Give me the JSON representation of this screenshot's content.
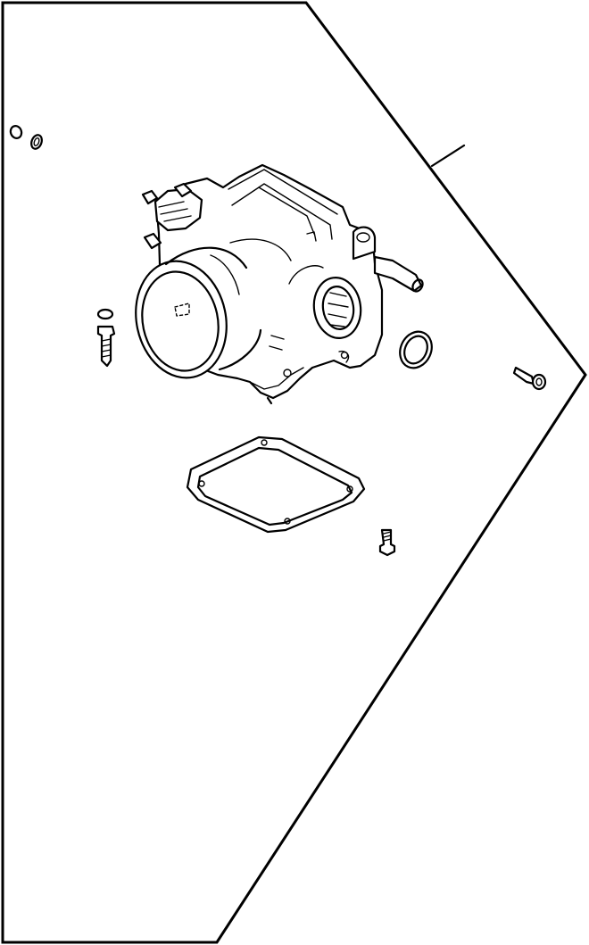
{
  "diagram": {
    "type": "exploded-parts-diagram",
    "background_color": "#ffffff",
    "line_color": "#000000",
    "parts": [
      "o-ring-pair",
      "throttle-body",
      "mounting-bolt",
      "o-ring",
      "gasket",
      "gasket-bolt",
      "sensor-screw"
    ],
    "text_labels": []
  }
}
